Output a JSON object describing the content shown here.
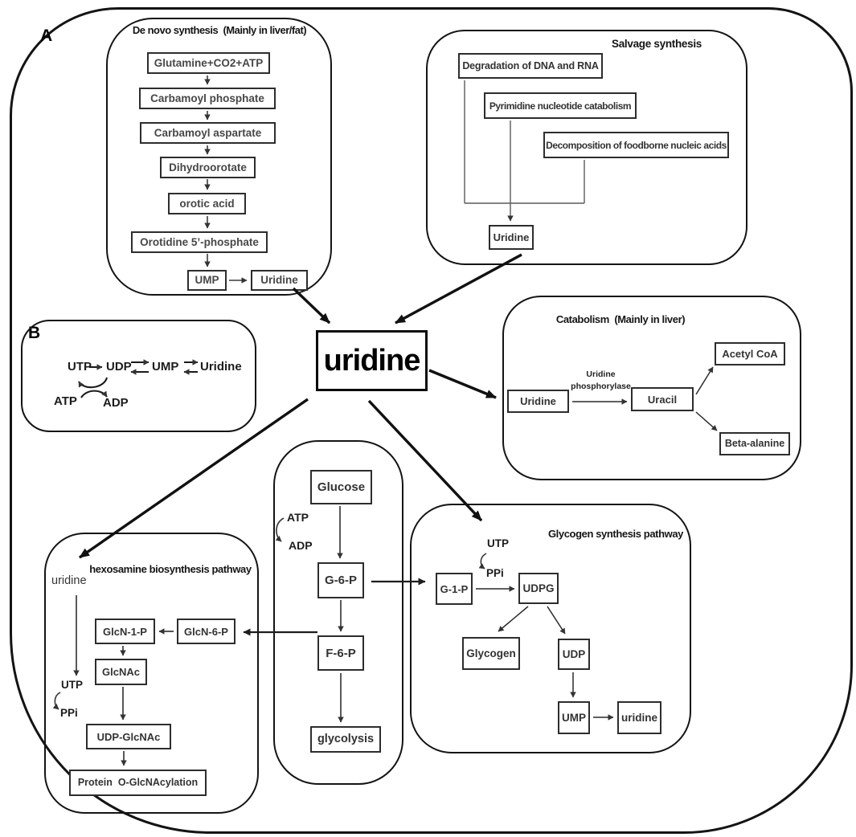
{
  "labels": {
    "a": "A",
    "b": "B"
  },
  "central": {
    "label": "uridine"
  },
  "denovo": {
    "title": "De novo synthesis  (Mainly in liver/fat)",
    "steps": [
      "Glutamine+CO2+ATP",
      "Carbamoyl phosphate",
      "Carbamoyl aspartate",
      "Dihydroorotate",
      "orotic acid",
      "Orotidine 5’-phosphate"
    ],
    "ump": "UMP",
    "uridine": "Uridine"
  },
  "salvage": {
    "title": "Salvage synthesis",
    "sources": [
      "Degradation of DNA and RNA",
      "Pyrimidine nucleotide catabolism",
      "Decomposition of foodborne nucleic acids"
    ],
    "product": "Uridine"
  },
  "cycle": {
    "utp": "UTP",
    "udp": "UDP",
    "ump": "UMP",
    "uridine": "Uridine",
    "atp": "ATP",
    "adp": "ADP"
  },
  "catabolism": {
    "title": "Catabolism  (Mainly in liver)",
    "substrate": "Uridine",
    "enzyme_line1": "Uridine",
    "enzyme_line2": "phosphorylase",
    "intermediate": "Uracil",
    "product_top": "Acetyl CoA",
    "product_bottom": "Beta-alanine"
  },
  "glycolysis": {
    "glucose": "Glucose",
    "atp": "ATP",
    "adp": "ADP",
    "g6p": "G-6-P",
    "f6p": "F-6-P",
    "end": "glycolysis"
  },
  "glycogen": {
    "title": "Glycogen synthesis pathway",
    "utp": "UTP",
    "ppi": "PPi",
    "g1p": "G-1-P",
    "udpg": "UDPG",
    "glycogen": "Glycogen",
    "udp": "UDP",
    "ump": "UMP",
    "uridine": "uridine"
  },
  "hexosamine": {
    "title": "hexosamine biosynthesis pathway",
    "uridine": "uridine",
    "utp": "UTP",
    "ppi": "PPi",
    "glcn1p": "GlcN-1-P",
    "glcn6p": "GlcN-6-P",
    "glcnac": "GlcNAc",
    "udpglcnac": "UDP-GlcNAc",
    "protein": "Protein  O-GlcNAcylation"
  },
  "colors": {
    "ink": "#111111",
    "box_border": "#2d2d2d",
    "thin_line": "#3c3c3c",
    "gray_line": "#5a5a5a"
  }
}
